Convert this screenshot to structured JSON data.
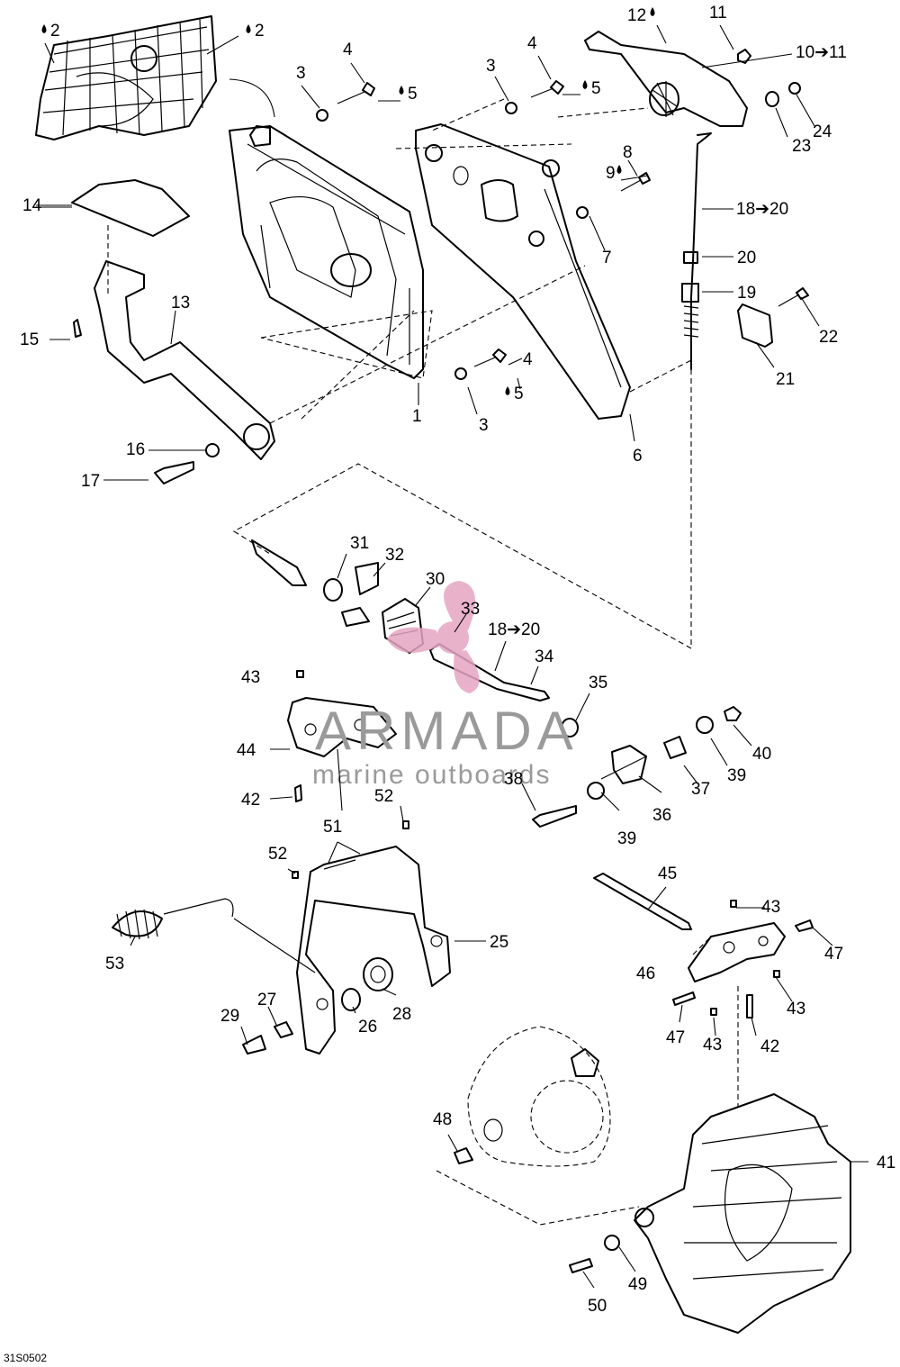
{
  "drawing_code": "31S0502",
  "watermark": {
    "title": "ARMADA",
    "subtitle": "marine outboards",
    "logo_color": "#e6a5c3",
    "text_color": "#9a9a9a"
  },
  "callouts": {
    "c1": "1",
    "c2a": "2",
    "c2b": "2",
    "c3a": "3",
    "c3b": "3",
    "c3c": "3",
    "c4a": "4",
    "c4b": "4",
    "c4c": "4",
    "c5a": "5",
    "c5b": "5",
    "c5c": "5",
    "c6": "6",
    "c7": "7",
    "c8": "8",
    "c9": "9",
    "c10": "10➔11",
    "c11": "11",
    "c12": "12",
    "c13": "13",
    "c14": "14",
    "c15": "15",
    "c16": "16",
    "c17": "17",
    "c18a": "18➔20",
    "c18b": "18➔20",
    "c19": "19",
    "c20": "20",
    "c21": "21",
    "c22": "22",
    "c23": "23",
    "c24": "24",
    "c25": "25",
    "c26": "26",
    "c27": "27",
    "c28": "28",
    "c29": "29",
    "c30": "30",
    "c31": "31",
    "c32": "32",
    "c33": "33",
    "c34": "34",
    "c35": "35",
    "c36": "36",
    "c37": "37",
    "c38": "38",
    "c39a": "39",
    "c39b": "39",
    "c40": "40",
    "c41": "41",
    "c42a": "42",
    "c42b": "42",
    "c43a": "43",
    "c43b": "43",
    "c43c": "43",
    "c43d": "43",
    "c44": "44",
    "c45": "45",
    "c46": "46",
    "c47a": "47",
    "c47b": "47",
    "c48": "48",
    "c49": "49",
    "c50": "50",
    "c51": "51",
    "c52a": "52",
    "c52b": "52",
    "c53": "53"
  }
}
